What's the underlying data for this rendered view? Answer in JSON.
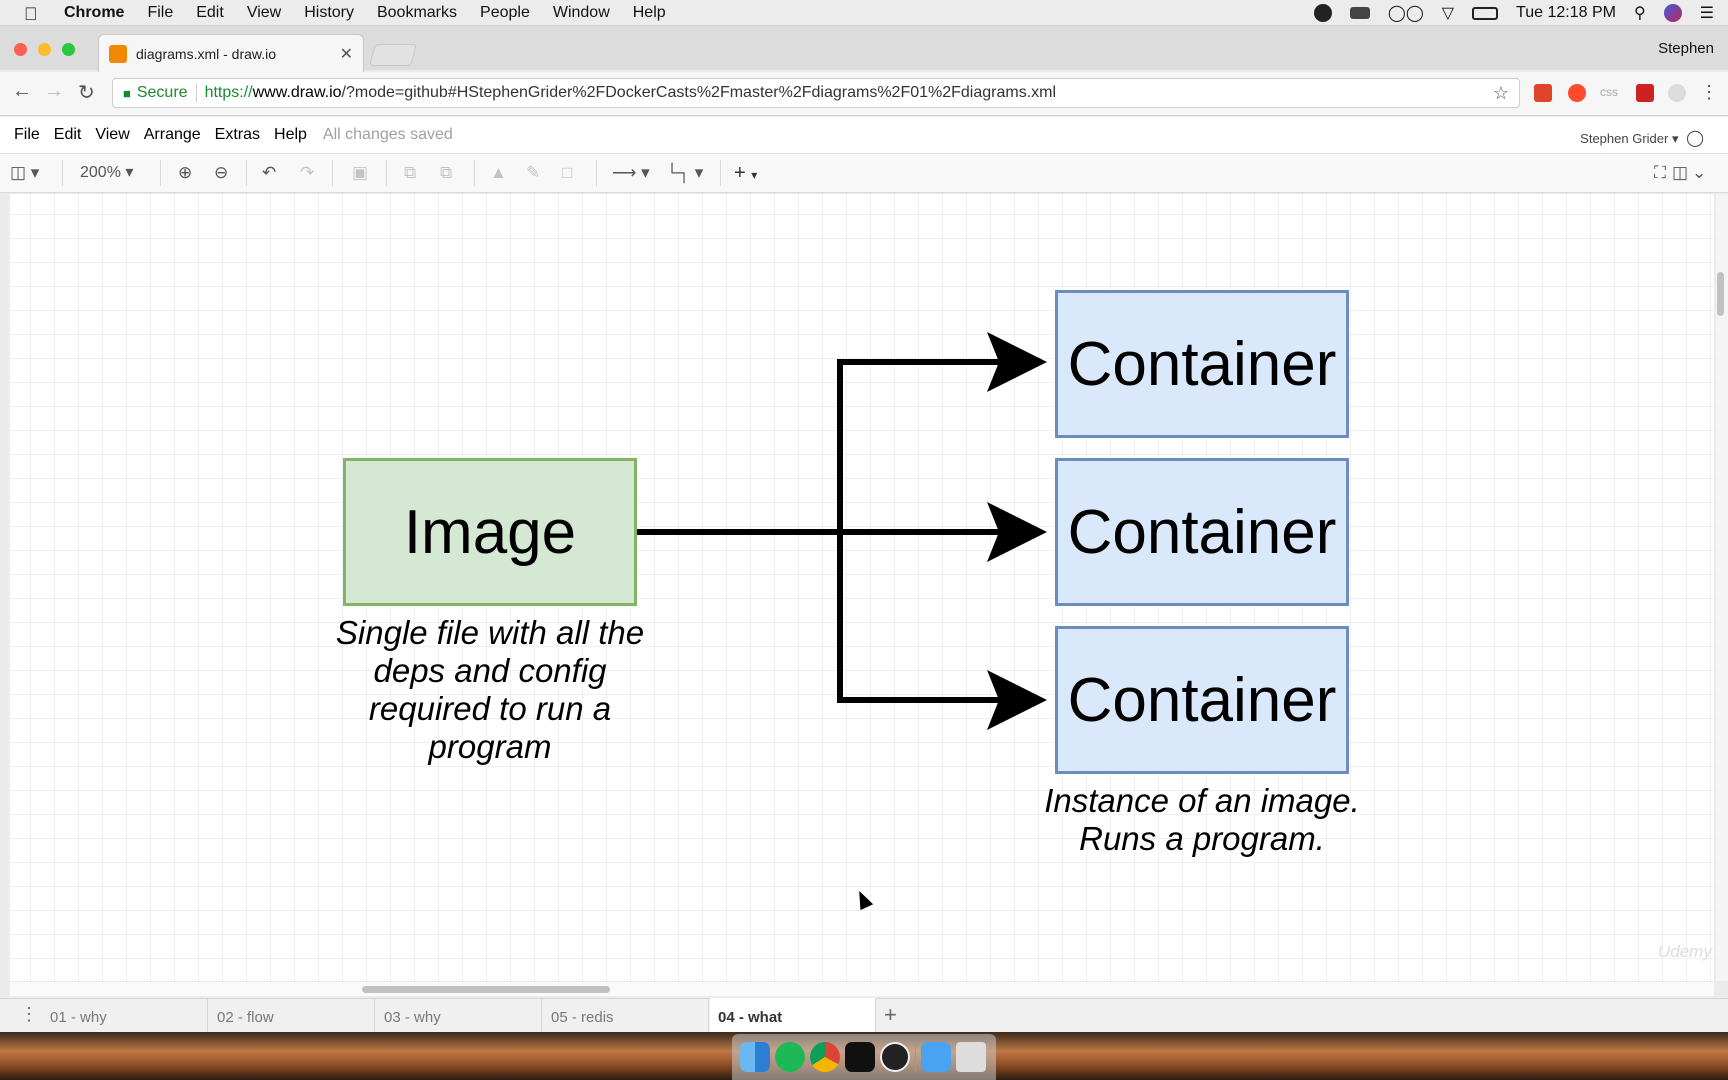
{
  "macbar": {
    "app": "Chrome",
    "menus": [
      "File",
      "Edit",
      "View",
      "History",
      "Bookmarks",
      "People",
      "Window",
      "Help"
    ],
    "clock": "Tue 12:18 PM"
  },
  "browser": {
    "tab_title": "diagrams.xml - draw.io",
    "profile": "Stephen",
    "secure_label": "Secure",
    "url_scheme": "https://",
    "url_host": "www.draw.io",
    "url_path": "/?mode=github#HStephenGrider%2FDockerCasts%2Fmaster%2Fdiagrams%2F01%2Fdiagrams.xml"
  },
  "app": {
    "menus": [
      "File",
      "Edit",
      "View",
      "Arrange",
      "Extras",
      "Help"
    ],
    "save_status": "All changes saved",
    "user": "Stephen Grider",
    "zoom": "200%"
  },
  "diagram": {
    "image_label": "Image",
    "image_caption": [
      "Single file with all the",
      "deps and config",
      "required to run a",
      "program"
    ],
    "container_label": "Container",
    "container_caption": [
      "Instance of an image.",
      "Runs a program."
    ]
  },
  "sheets": [
    "01 - why",
    "02 - flow",
    "03 - why",
    "05 - redis",
    "04 - what"
  ],
  "active_sheet_index": 4,
  "watermark": "Udemy"
}
